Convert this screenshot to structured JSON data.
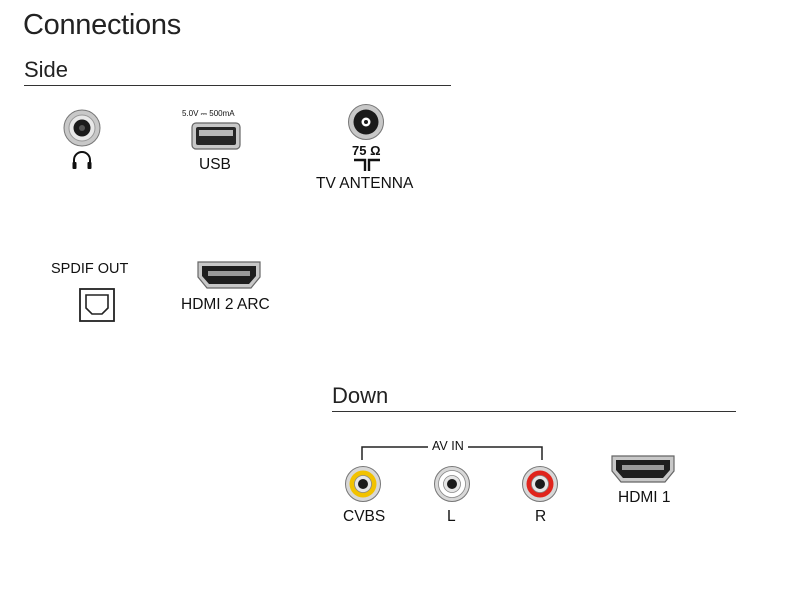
{
  "page": {
    "title": "Connections"
  },
  "side": {
    "heading": "Side",
    "usb": {
      "rating": "5.0V ⎓ 500mA",
      "label": "USB"
    },
    "antenna": {
      "impedance": "75 Ω",
      "label": "TV ANTENNA"
    },
    "spdif": {
      "label": "SPDIF OUT"
    },
    "hdmi2": {
      "label": "HDMI 2 ARC"
    }
  },
  "down": {
    "heading": "Down",
    "av_group": {
      "label": "AV IN"
    },
    "cvbs": {
      "label": "CVBS",
      "color": "#f2c200"
    },
    "left": {
      "label": "L",
      "color": "#ffffff"
    },
    "right": {
      "label": "R",
      "color": "#e0241c"
    },
    "hdmi1": {
      "label": "HDMI 1"
    }
  }
}
